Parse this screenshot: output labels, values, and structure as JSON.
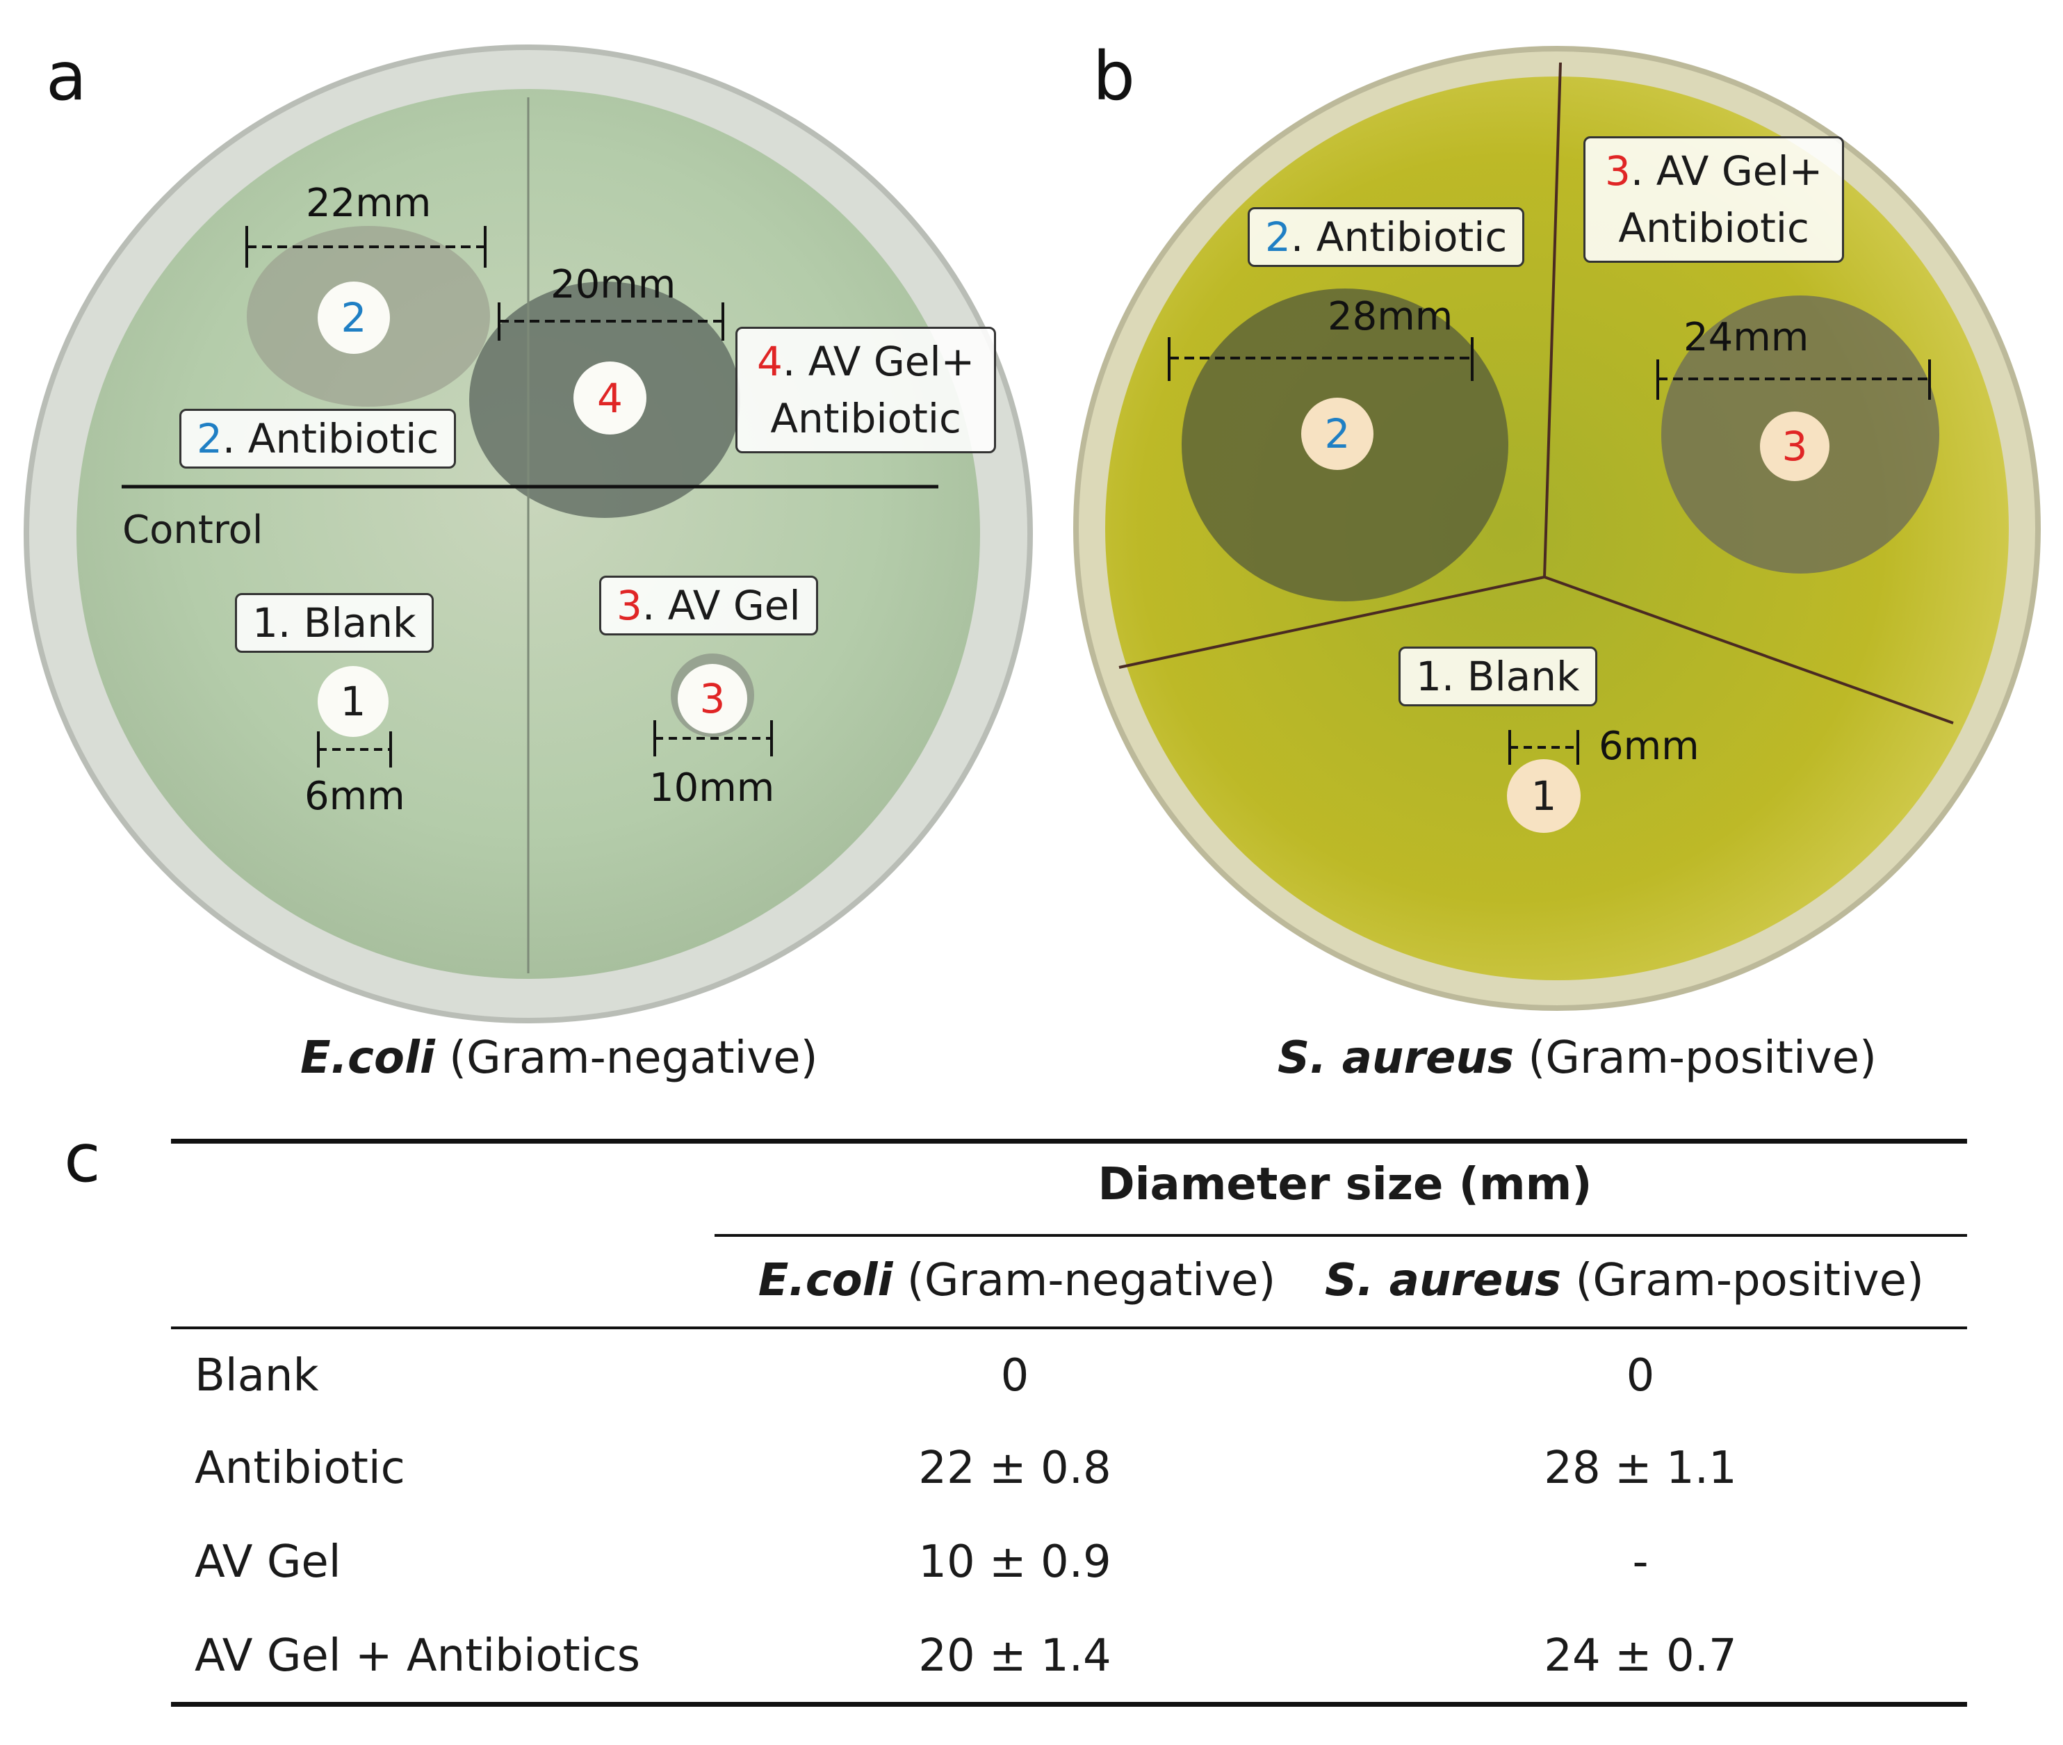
{
  "panels": {
    "a": {
      "letter": "a",
      "labels": {
        "antibiotic_num": "2",
        "antibiotic_text": ". Antibiotic",
        "combo_num": "4",
        "combo_line1": ". AV Gel+",
        "combo_line2": "Antibiotic",
        "blank_text": "1. Blank",
        "avgel_num": "3",
        "avgel_text": ". AV Gel",
        "control": "Control"
      },
      "disks": [
        "2",
        "4",
        "1",
        "3"
      ],
      "measurements": {
        "antibiotic": "22mm",
        "combo": "20mm",
        "blank": "6mm",
        "avgel": "10mm"
      },
      "caption_species": "E.coli",
      "caption_gram": " (Gram-negative)"
    },
    "b": {
      "letter": "b",
      "labels": {
        "antibiotic_num": "2",
        "antibiotic_text": ". Antibiotic",
        "combo_num": "3",
        "combo_line1": ". AV Gel+",
        "combo_line2": "Antibiotic",
        "blank_text": "1. Blank"
      },
      "disks": [
        "2",
        "3",
        "1"
      ],
      "measurements": {
        "antibiotic": "28mm",
        "combo": "24mm",
        "blank": "6mm"
      },
      "caption_species": "S. aureus",
      "caption_gram": " (Gram-positive)"
    }
  },
  "table": {
    "letter": "c",
    "header": "Diameter size (mm)",
    "columns": [
      {
        "species": "E.coli",
        "gram": " (Gram-negative)"
      },
      {
        "species": "S. aureus",
        "gram": " (Gram-positive)"
      }
    ],
    "rows": [
      {
        "label": "Blank",
        "ecoli": "0",
        "saureus": "0"
      },
      {
        "label": "Antibiotic",
        "ecoli": "22 ± 0.8",
        "saureus": "28 ± 1.1"
      },
      {
        "label": "AV Gel",
        "ecoli": "10 ± 0.9",
        "saureus": "-"
      },
      {
        "label": "AV Gel + Antibiotics",
        "ecoli": "20 ± 1.4",
        "saureus": "24 ± 0.7"
      }
    ]
  },
  "colors": {
    "plate_a_agar": "#bcd0b0",
    "plate_b_agar": "#b8b424",
    "label_blue": "#1f7fc4",
    "label_red": "#e02525"
  }
}
